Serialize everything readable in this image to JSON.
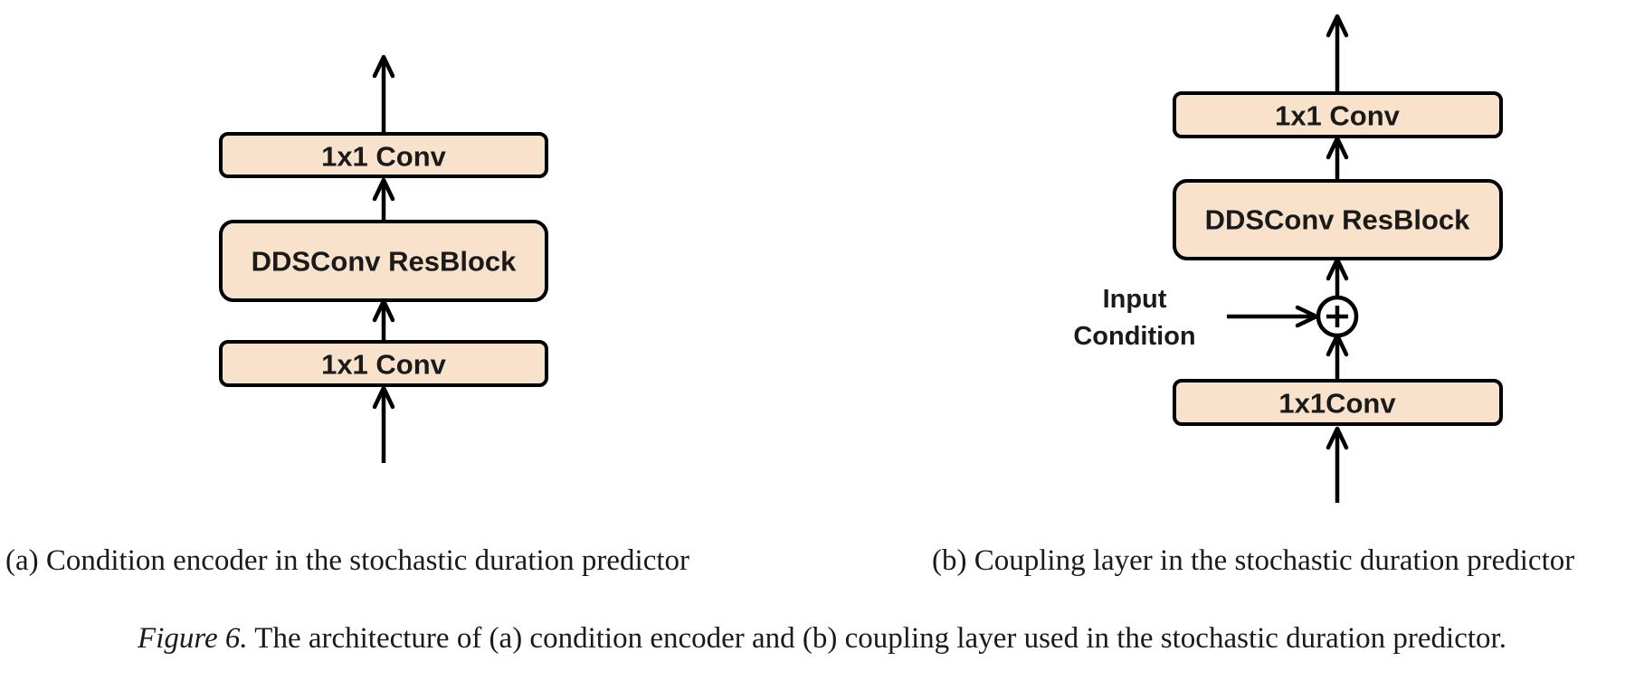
{
  "panel_a": {
    "blocks": {
      "top": "1x1 Conv",
      "middle": "DDSConv ResBlock",
      "bottom": "1x1 Conv"
    },
    "caption": "(a) Condition encoder in the stochastic duration predictor"
  },
  "panel_b": {
    "blocks": {
      "top": "1x1 Conv",
      "middle": "DDSConv ResBlock",
      "bottom": "1x1Conv"
    },
    "input_label_line1": "Input",
    "input_label_line2": "Condition",
    "caption": "(b) Coupling layer in the stochastic duration predictor"
  },
  "figure_caption": {
    "label": "Figure 6.",
    "text": " The architecture of (a) condition encoder and (b) coupling layer used in the stochastic duration predictor."
  },
  "colors": {
    "block_fill": "#f8e2cb",
    "stroke": "#000000"
  }
}
